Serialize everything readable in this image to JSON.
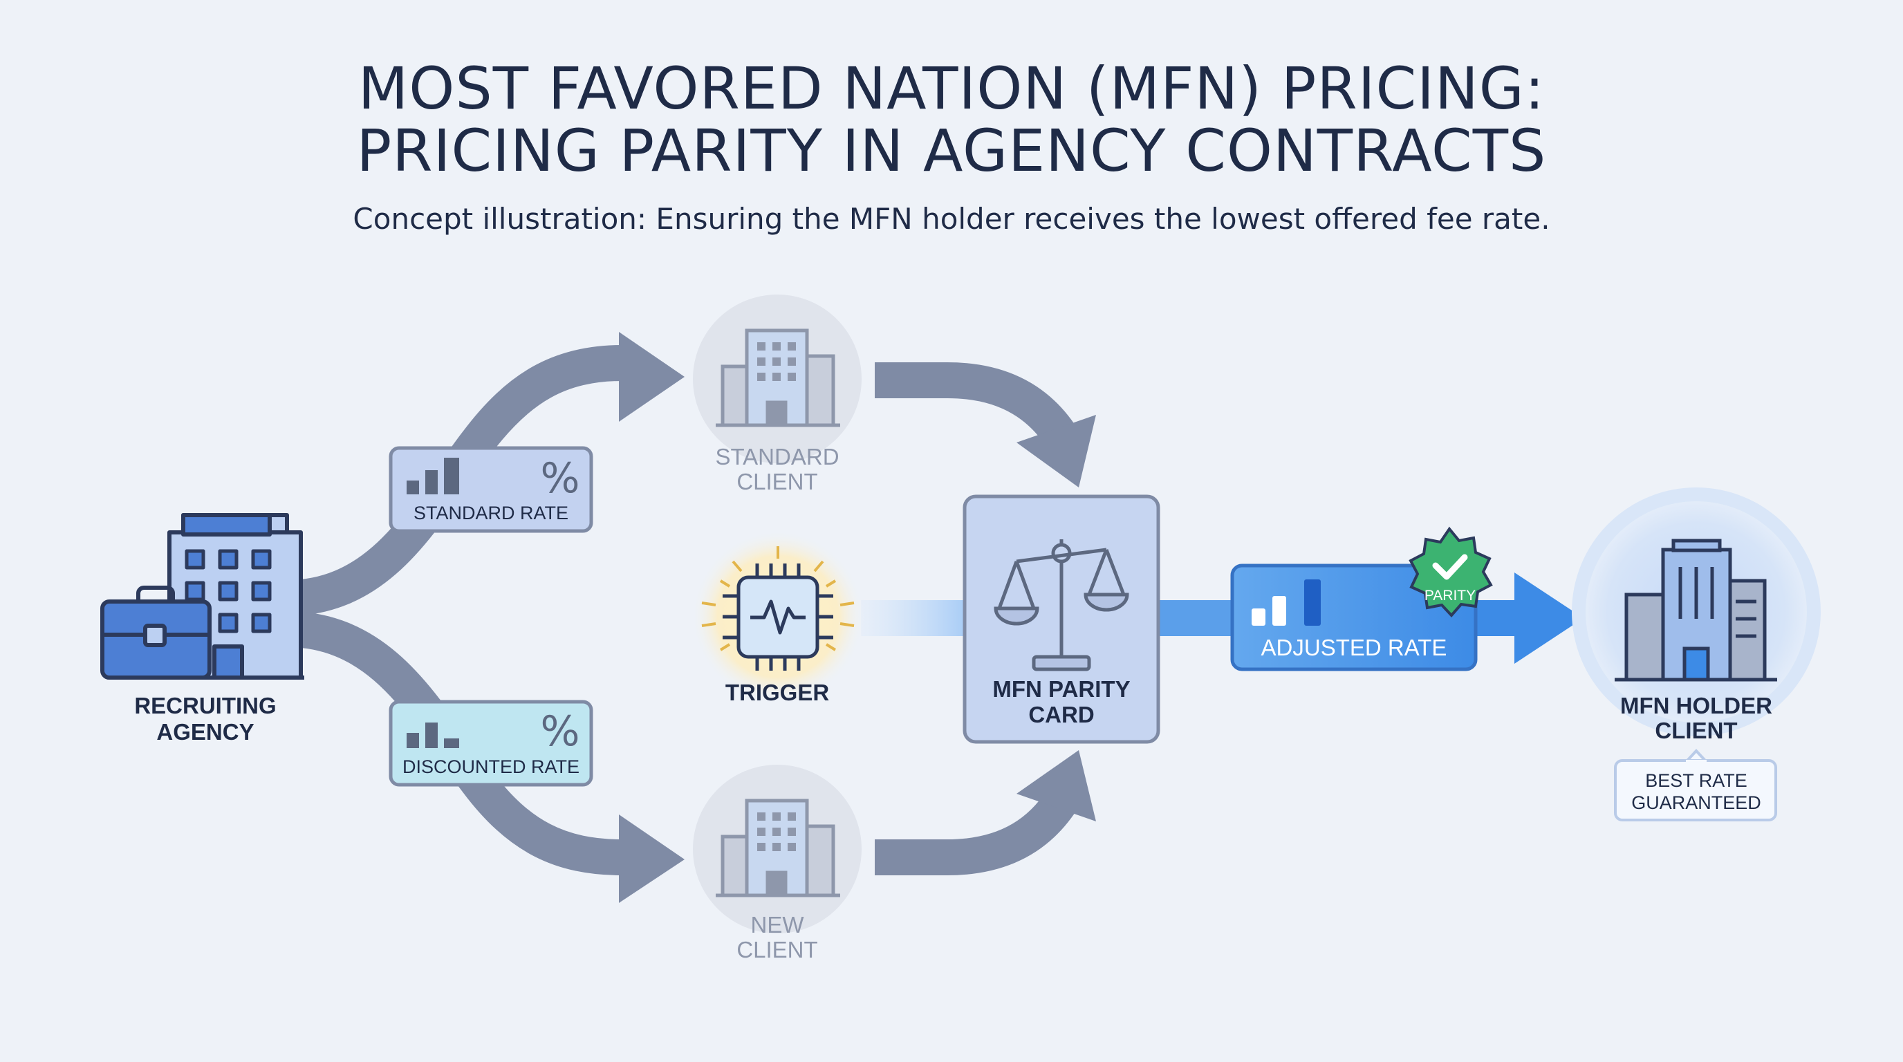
{
  "header": {
    "title_line1": "MOST FAVORED NATION (MFN) PRICING:",
    "title_line2": "PRICING PARITY IN AGENCY CONTRACTS",
    "subtitle": "Concept illustration: Ensuring the MFN holder receives the lowest offered fee rate."
  },
  "nodes": {
    "agency": {
      "line1": "RECRUITING",
      "line2": "AGENCY",
      "icon": "briefcase-building-icon"
    },
    "standard_rate": {
      "label": "STANDARD RATE",
      "symbol": "%",
      "icon": "bar-chart-icon"
    },
    "discounted_rate": {
      "label": "DISCOUNTED RATE",
      "symbol": "%",
      "icon": "bar-chart-icon"
    },
    "standard_client": {
      "line1": "STANDARD",
      "line2": "CLIENT",
      "icon": "building-icon"
    },
    "new_client": {
      "line1": "NEW",
      "line2": "CLIENT",
      "icon": "building-icon"
    },
    "trigger": {
      "label": "TRIGGER",
      "icon": "chip-pulse-icon"
    },
    "parity_card": {
      "line1": "MFN PARITY",
      "line2": "CARD",
      "icon": "scales-icon"
    },
    "adjusted_rate": {
      "label": "ADJUSTED RATE",
      "badge": "PARITY",
      "icon": "bar-chart-icon"
    },
    "holder_client": {
      "line1": "MFN HOLDER",
      "line2": "CLIENT",
      "tag_line1": "BEST RATE",
      "tag_line2": "GUARANTEED",
      "icon": "building-icon"
    }
  },
  "colors": {
    "background": "#eef2f8",
    "arrow": "#7f8ba5",
    "dark": "#1f2b47",
    "accent_blue": "#4a90e2",
    "badge_green": "#3cb371",
    "muted_text": "#8e97ab"
  }
}
